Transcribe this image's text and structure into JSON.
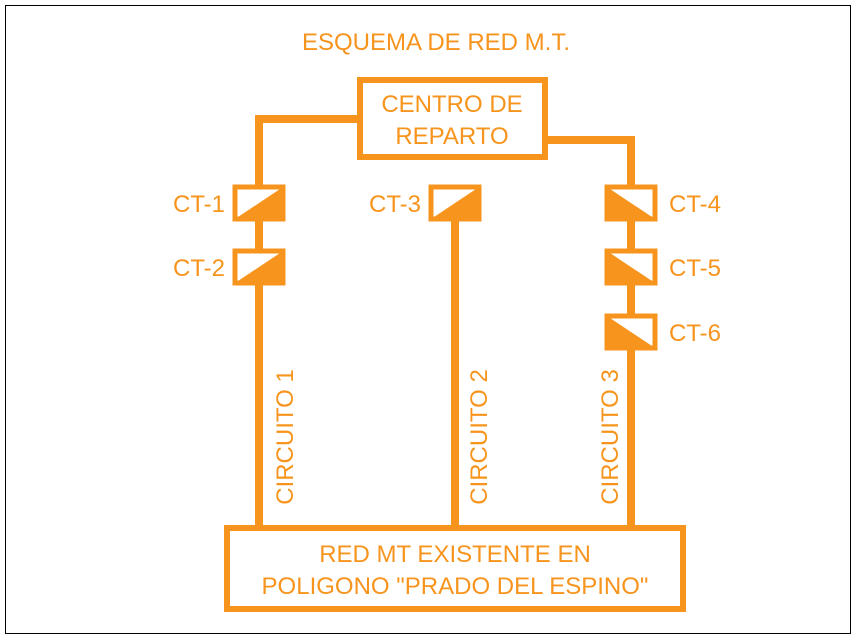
{
  "title": "ESQUEMA DE RED M.T.",
  "colors": {
    "line": "#f7941d",
    "text": "#f7941d",
    "border": "#000000",
    "background": "#ffffff"
  },
  "centro_reparto": {
    "line1": "CENTRO DE",
    "line2": "REPARTO"
  },
  "red_existente": {
    "line1": "RED MT EXISTENTE EN",
    "line2": "POLIGONO \"PRADO DEL ESPINO\""
  },
  "circuits": [
    {
      "label": "CIRCUITO 1",
      "transformers": [
        "CT-1",
        "CT-2"
      ]
    },
    {
      "label": "CIRCUITO 2",
      "transformers": [
        "CT-3"
      ]
    },
    {
      "label": "CIRCUITO 3",
      "transformers": [
        "CT-4",
        "CT-5",
        "CT-6"
      ]
    }
  ]
}
